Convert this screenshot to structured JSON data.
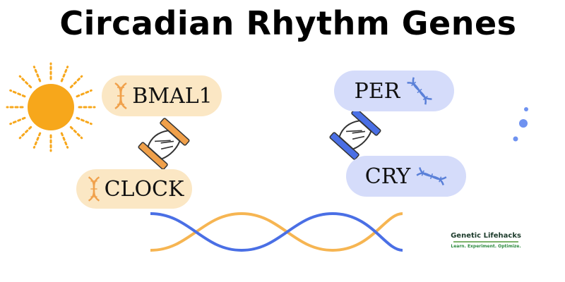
{
  "title": "Circadian Rhythm Genes",
  "genes": {
    "bmal1": "BMAL1",
    "clock": "CLOCK",
    "per": "PER",
    "cry": "CRY"
  },
  "logo": {
    "name": "Genetic Lifehacks",
    "tagline": "Learn. Experiment. Optimize."
  },
  "colors": {
    "day_pill": "#fbe7c4",
    "night_pill": "#d5dcfa",
    "sun": "#f7a71b",
    "moon": "#3a63e3",
    "wave_orange": "#f6b552",
    "wave_blue": "#4a6fe5",
    "dna_orange": "#f0a04a",
    "dna_blue": "#5a80d8"
  },
  "icons": [
    "sun-icon",
    "moon-icon",
    "handshake-icon",
    "dna-icon"
  ]
}
